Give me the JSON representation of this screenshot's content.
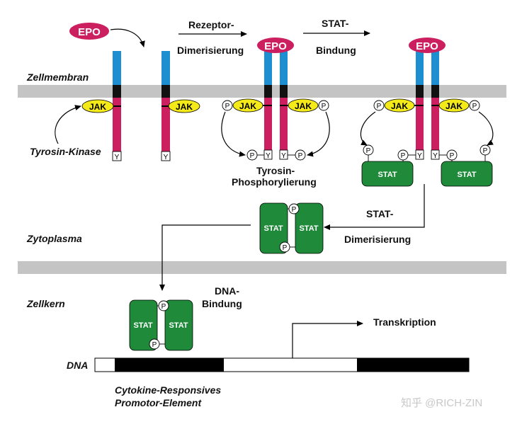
{
  "labels": {
    "epo": "EPO",
    "jak": "JAK",
    "stat": "STAT",
    "p": "P",
    "y": "Y",
    "zellmembran": "Zellmembran",
    "tyrosin_kinase": "Tyrosin-Kinase",
    "zytoplasma": "Zytoplasma",
    "zellkern": "Zellkern",
    "dna": "DNA",
    "rezeptor_1": "Rezeptor-",
    "rezeptor_2": "Dimerisierung",
    "statbind_1": "STAT-",
    "statbind_2": "Bindung",
    "tyrphos_1": "Tyrosin-",
    "tyrphos_2": "Phosphorylierung",
    "statdim_1": "STAT-",
    "statdim_2": "Dimerisierung",
    "dnabind_1": "DNA-",
    "dnabind_2": "Bindung",
    "transkription": "Transkription",
    "promotor_1": "Cytokine-Responsives",
    "promotor_2": "Promotor-Element",
    "watermark": "知乎 @RICH-ZIN"
  },
  "colors": {
    "epo": "#cc1f5f",
    "receptor_top": "#1d8fd0",
    "receptor_bottom": "#cc1f5f",
    "jak": "#f4ea1a",
    "stat": "#1e8a3a",
    "membrane": "#c4c4c4",
    "dna_black": "#000000"
  }
}
